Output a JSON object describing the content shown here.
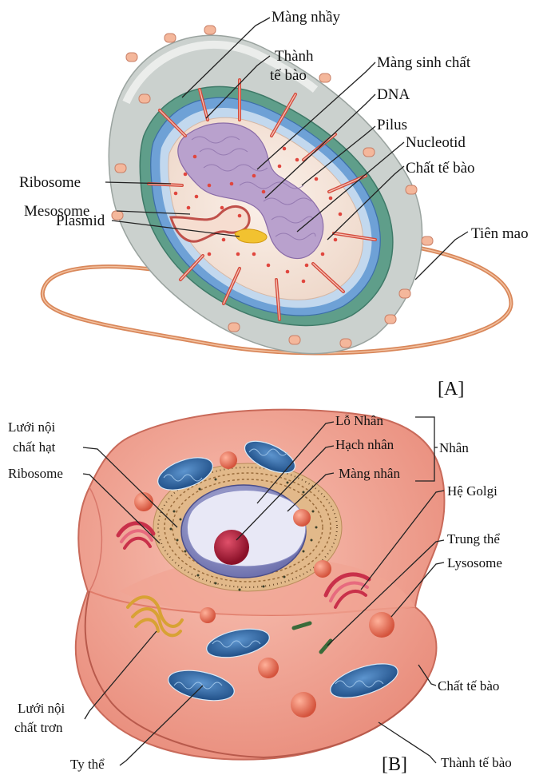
{
  "panel_a": {
    "tag": "[A]",
    "labels": {
      "mang_nhay": "Màng nhầy",
      "thanh_line1": "Thành",
      "thanh_line2": "tế bào",
      "mang_sinh_chat": "Màng sinh chất",
      "dna": "DNA",
      "pilus": "Pilus",
      "nucleotid": "Nucleotid",
      "chat_te_bao": "Chất tế bào",
      "ribosome": "Ribosome",
      "mesosome": "Mesosome",
      "plasmid": "Plasmid",
      "tien_mao": "Tiên mao"
    }
  },
  "panel_b": {
    "tag": "[B]",
    "labels": {
      "luoi_hat_line1": "Lưới nội",
      "luoi_hat_line2": "chất hạt",
      "ribosome": "Ribosome",
      "lo_nhan": "Lỗ Nhân",
      "hach_nhan": "Hạch nhân",
      "mang_nhan": "Màng nhân",
      "nhan": "Nhân",
      "he_golgi": "Hệ Golgi",
      "trung_the": "Trung thể",
      "lysosome": "Lysosome",
      "chat_te_bao": "Chất tế bào",
      "luoi_tron_line1": "Lưới nội",
      "luoi_tron_line2": "chất trơn",
      "ty_the": "Ty thể",
      "thanh_te_bao": "Thành tế bào"
    }
  },
  "colors": {
    "capsule": "#c9cfcc",
    "cell_wall": "#5a9a86",
    "membrane": "#6b9fd6",
    "membrane_light": "#bfd6ee",
    "cytoplasm": "#f5e6dc",
    "pilus": "#d84a3a",
    "dna": "#b49ac8",
    "flagellum": "#d9875a",
    "animal_cell": "#f4a99b",
    "animal_cell_dark": "#e98878",
    "mitochondria": "#2f6aa8",
    "nucleus": "#8d8fc4",
    "nucleolus": "#b21e3a",
    "golgi": "#c9304a"
  }
}
